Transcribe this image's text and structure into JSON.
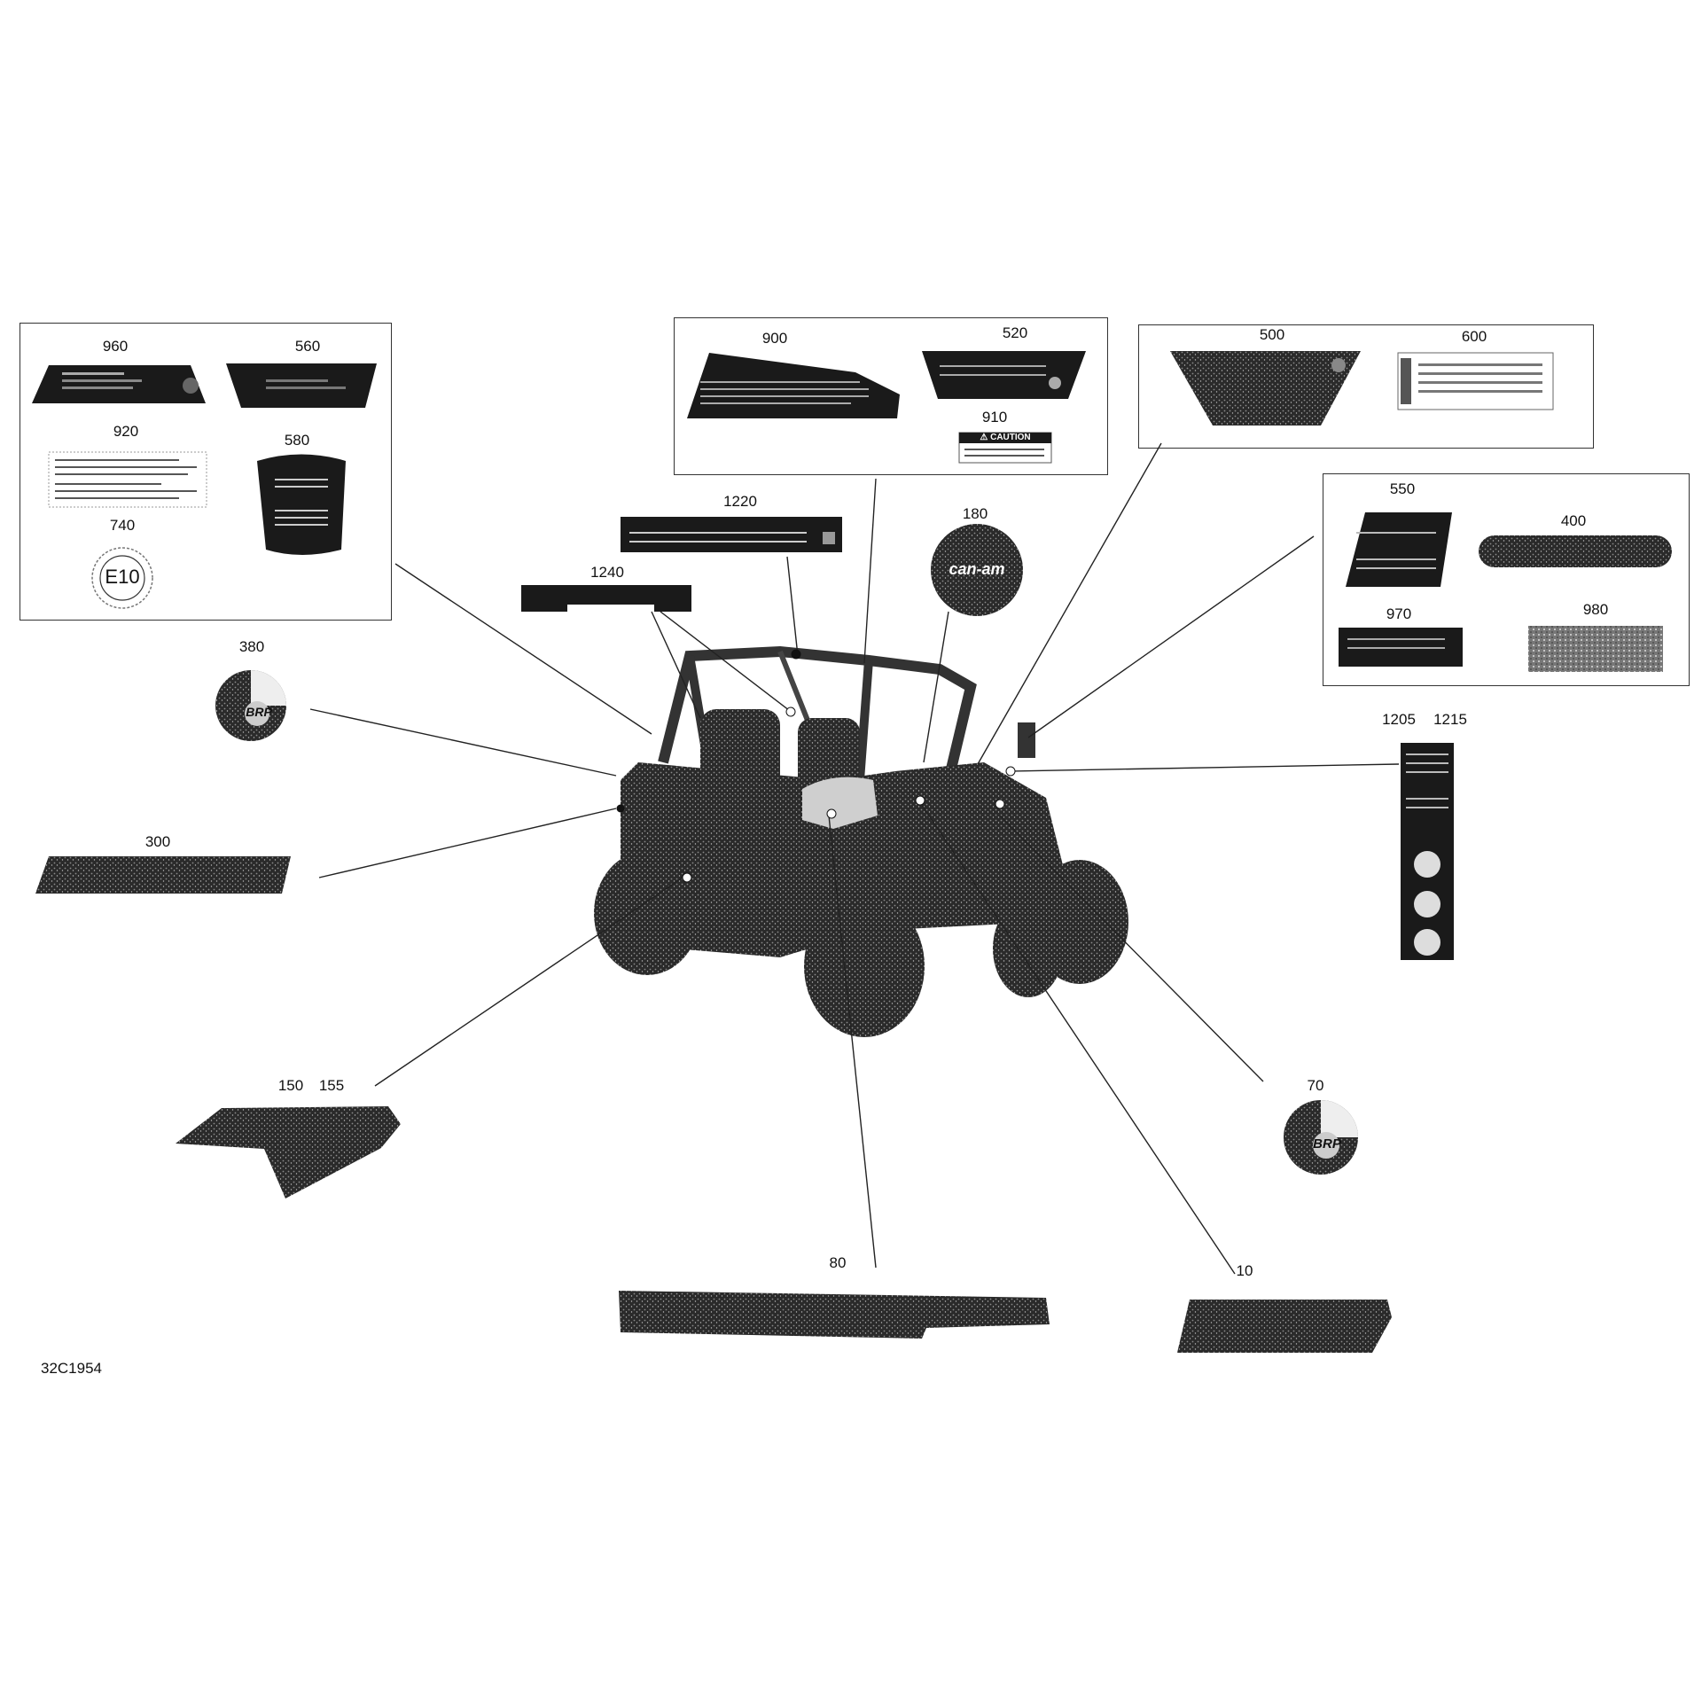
{
  "diagram_code": "32C1954",
  "callouts": {
    "n960": "960",
    "n560": "560",
    "n920": "920",
    "n580": "580",
    "n740": "740",
    "n900": "900",
    "n520": "520",
    "n910": "910",
    "n500": "500",
    "n600": "600",
    "n550": "550",
    "n400": "400",
    "n970": "970",
    "n980": "980",
    "n1220": "1220",
    "n1240": "1240",
    "n180": "180",
    "n380": "380",
    "n1205": "1205",
    "n1215": "1215",
    "n300": "300",
    "n150": "150",
    "n155": "155",
    "n70": "70",
    "n80": "80",
    "n10": "10"
  },
  "decal_text": {
    "e10": "E10",
    "caution": "⚠ CAUTION",
    "brp_left": "BRP",
    "brp_right": "BRP",
    "canam": "can-am"
  },
  "colors": {
    "ink": "#111111",
    "decal_dark": "#1a1a1a",
    "line": "#222222"
  }
}
